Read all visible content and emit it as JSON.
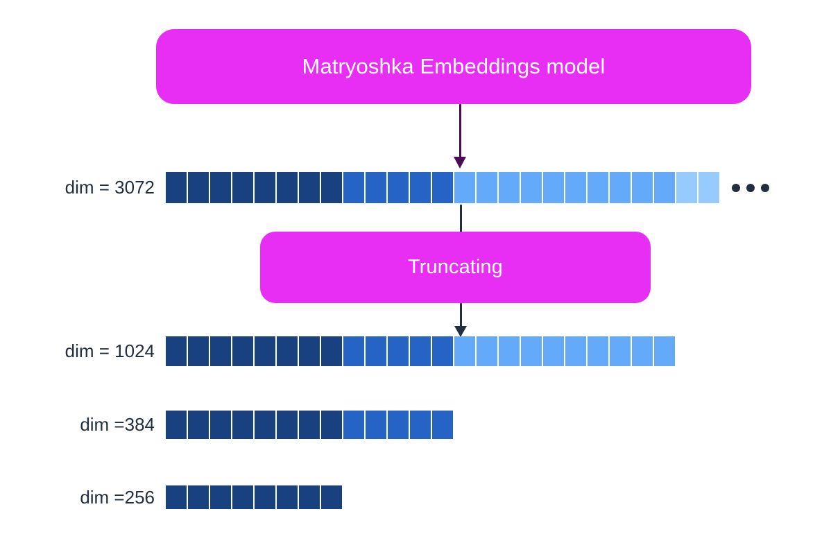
{
  "diagram": {
    "title": "Matryoshka Embeddings truncation diagram",
    "background": "#ffffff"
  },
  "palette": {
    "magenta": "#e82ef5",
    "box_text": "#ffffff",
    "label_text": "#232f3e",
    "arrow_purple": "#4a0d52",
    "arrow_navy": "#232f3e",
    "blue_dark": "#194180",
    "blue_medium": "#2563c4",
    "blue_light": "#64aaf9",
    "blue_lightest": "#97cafd"
  },
  "nodes": {
    "model_box": {
      "label": "Matryoshka Embeddings model",
      "fill": "#e82ef5"
    },
    "truncating_box": {
      "label": "Truncating",
      "fill": "#e82ef5"
    }
  },
  "connectors": [
    {
      "name": "model-to-embedding",
      "from": "model_box",
      "to": "row_3072",
      "color": "#4a0d52",
      "arrowhead": true
    },
    {
      "name": "embedding-to-truncating",
      "from": "row_3072",
      "to": "truncating_box",
      "color": "#232f3e",
      "arrowhead": false
    },
    {
      "name": "truncating-to-embedding",
      "from": "truncating_box",
      "to": "row_1024",
      "color": "#232f3e",
      "arrowhead": true
    }
  ],
  "rows": [
    {
      "id": "row_3072",
      "label": "dim = 3072",
      "block_count": 25,
      "truncated": true,
      "ellipsis": "...",
      "segments": [
        {
          "color": "#194180",
          "count": 8
        },
        {
          "color": "#2563c4",
          "count": 5
        },
        {
          "color": "#64aaf9",
          "count": 10
        },
        {
          "color": "#97cafd",
          "count": 2
        }
      ]
    },
    {
      "id": "row_1024",
      "label": "dim = 1024",
      "block_count": 23,
      "truncated": false,
      "ellipsis": "",
      "segments": [
        {
          "color": "#194180",
          "count": 8
        },
        {
          "color": "#2563c4",
          "count": 5
        },
        {
          "color": "#64aaf9",
          "count": 10
        }
      ]
    },
    {
      "id": "row_384",
      "label": "dim =384",
      "block_count": 13,
      "truncated": false,
      "ellipsis": "",
      "segments": [
        {
          "color": "#194180",
          "count": 8
        },
        {
          "color": "#2563c4",
          "count": 5
        }
      ]
    },
    {
      "id": "row_256",
      "label": "dim =256",
      "block_count": 8,
      "truncated": false,
      "ellipsis": "",
      "segments": [
        {
          "color": "#194180",
          "count": 8
        }
      ]
    }
  ]
}
